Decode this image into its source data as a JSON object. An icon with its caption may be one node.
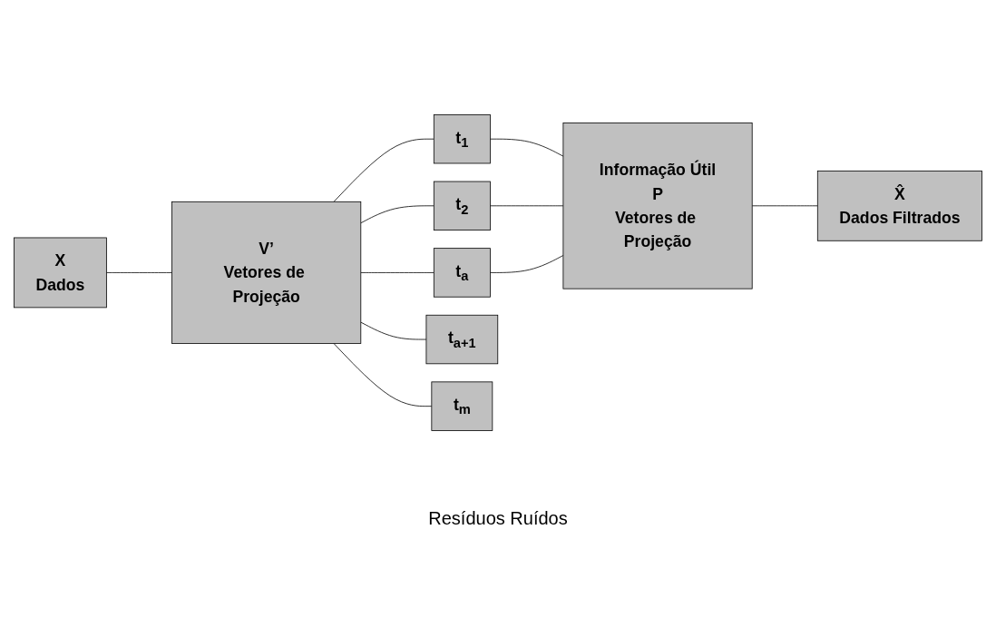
{
  "diagram": {
    "nodes": [
      {
        "text": [
          "X",
          "Dados"
        ]
      },
      {
        "text": [
          "V’",
          "Vetores de Projeção"
        ]
      },
      {
        "text": [
          "t$_{1}$"
        ]
      },
      {
        "text": [
          "t$_{2}$"
        ]
      },
      {
        "text": [
          "t$_{a}$"
        ]
      },
      {
        "text": [
          "t$_{a+1}$"
        ]
      },
      {
        "text": [
          "t$_{m}$"
        ]
      },
      {
        "text": [
          "Informação Útil",
          "P",
          "Vetores de Projeção"
        ]
      },
      {
        "text": [
          "X̂",
          "Dados Filtrados"
        ]
      }
    ],
    "edges": [
      {
        "from": 0,
        "to": 1,
        "arrow": "none"
      },
      {
        "from": 1,
        "to": 2,
        "arrow": "none"
      },
      {
        "from": 1,
        "to": 3,
        "arrow": "none"
      },
      {
        "from": 1,
        "to": 4,
        "arrow": "none"
      },
      {
        "from": 1,
        "to": 5,
        "arrow": "none"
      },
      {
        "from": 1,
        "to": 6,
        "arrow": "none"
      },
      {
        "from": 2,
        "to": 7,
        "arrow": "none"
      },
      {
        "from": 3,
        "to": 7,
        "arrow": "none"
      },
      {
        "from": 4,
        "to": 7,
        "arrow": "none"
      },
      {
        "from": 7,
        "to": 8,
        "arrow": "none"
      }
    ],
    "labels": [
      "Resíduos Ruídos"
    ]
  }
}
